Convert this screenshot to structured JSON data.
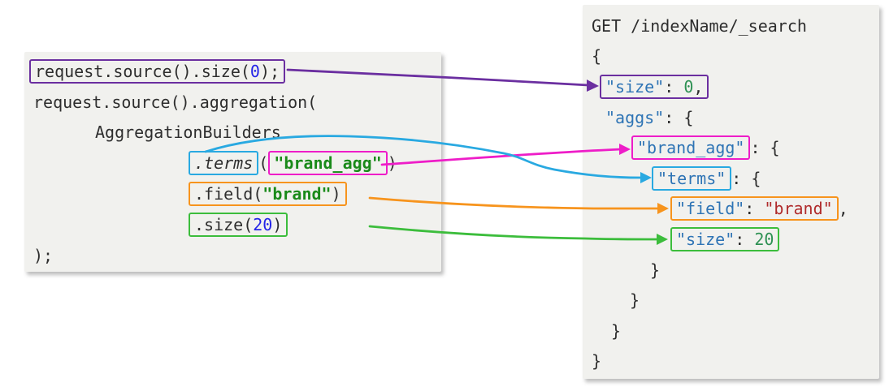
{
  "colors": {
    "purple": "#6b2fa0",
    "magenta": "#ee1dc8",
    "cyan": "#29a9e1",
    "orange": "#f7941d",
    "green": "#3cbd3c",
    "panel_bg": "#f1f1ee",
    "code_text": "#2e2e2e",
    "code_number_blue": "#2323e8",
    "code_string_green": "#1a8a1a",
    "json_key_blue": "#2e74b5",
    "json_number_green": "#2e9153",
    "json_string_red": "#b02b2b"
  },
  "left_panel": {
    "line1": {
      "pre": "request.source().size(",
      "num": "0",
      "post": ");"
    },
    "line2": "request.source().aggregation(",
    "line3": "AggregationBuilders",
    "line4": {
      "method": ".terms",
      "open_paren": "(",
      "arg": "\"brand_agg\"",
      "close_paren": ")"
    },
    "line5": {
      "pre": ".field(",
      "arg": "\"brand\"",
      "post": ")"
    },
    "line6": {
      "pre": ".size(",
      "num": "20",
      "post": ")"
    },
    "line7": ");"
  },
  "right_panel": {
    "line1": "GET /indexName/_search",
    "line2": "{",
    "line3": {
      "key": "\"size\"",
      "colon": ": ",
      "num": "0",
      "comma": ","
    },
    "line4": {
      "key": "\"aggs\"",
      "rest": ": {"
    },
    "line5": {
      "key": "\"brand_agg\"",
      "rest": ": {"
    },
    "line6": {
      "key": "\"terms\"",
      "rest": ": {"
    },
    "line7": {
      "key": "\"field\"",
      "colon": ": ",
      "val": "\"brand\"",
      "comma": ","
    },
    "line8": {
      "key": "\"size\"",
      "colon": ": ",
      "num": "20"
    },
    "line9": "}",
    "line10": "}",
    "line11": "}",
    "line12": "}"
  }
}
